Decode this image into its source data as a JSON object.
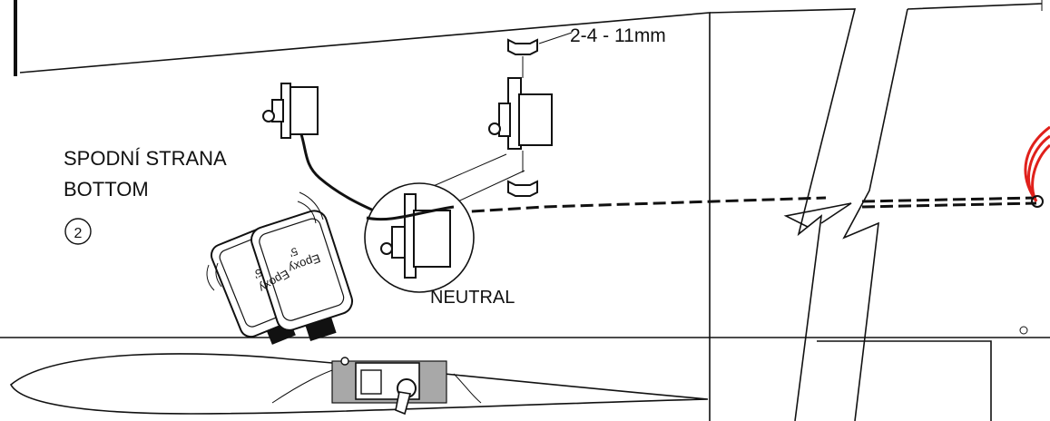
{
  "labels": {
    "side_cz": "SPODNÍ STRANA",
    "side_en": "BOTTOM",
    "step_number": "2",
    "neutral": "NEUTRAL",
    "dimension": "2-4 - 11mm",
    "epoxy_text": "Epoxy",
    "epoxy_minutes": "5'"
  },
  "colors": {
    "line": "#111111",
    "wire_loop": "#e0201b",
    "balsa_block": "#a8a8a8"
  }
}
